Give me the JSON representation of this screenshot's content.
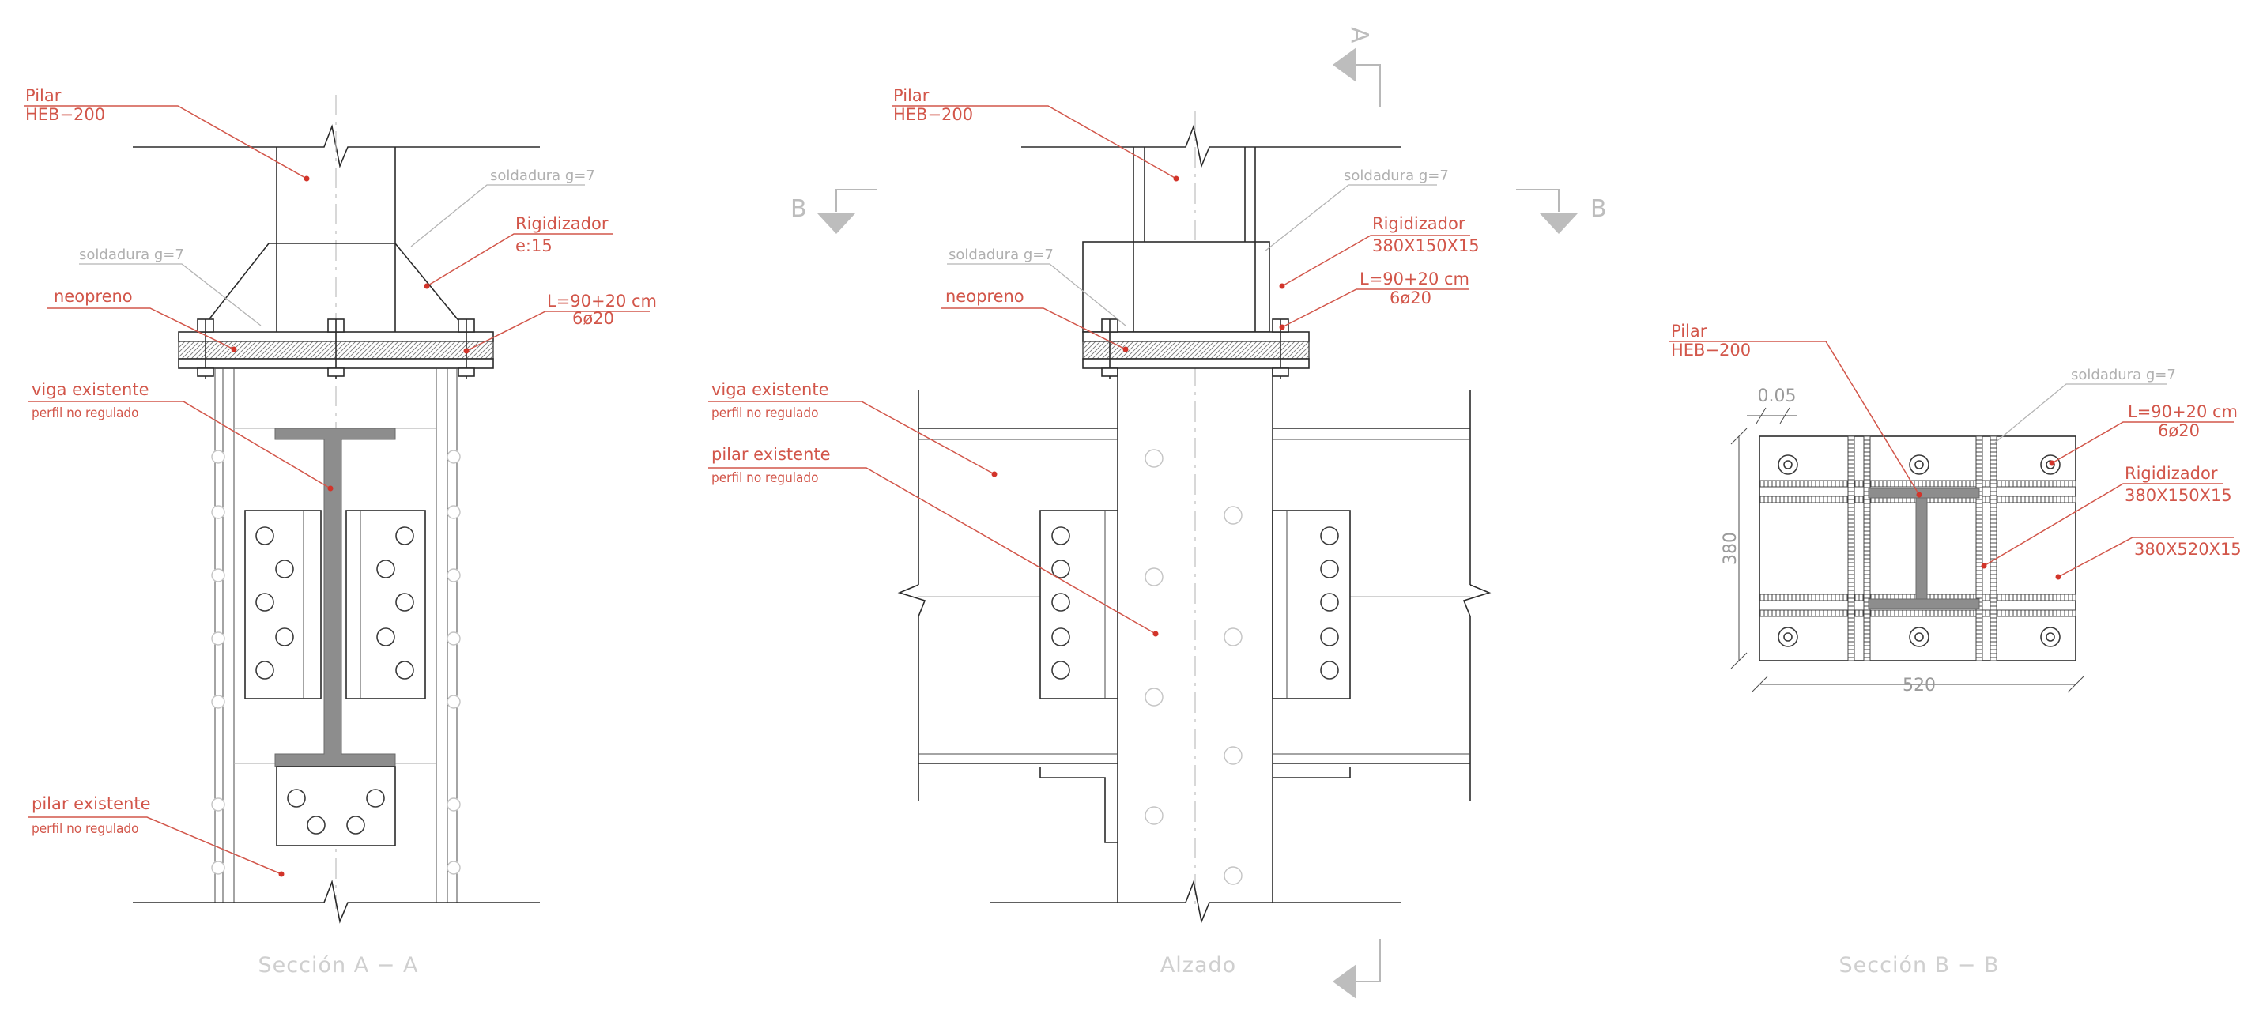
{
  "sections": {
    "a": {
      "caption": "Sección A − A",
      "labels": {
        "pilar": "Pilar",
        "pilar_profile": "HEB−200",
        "weld_top": "soldadura g=7",
        "weld_side": "soldadura g=7",
        "stiffener": "Rigidizador",
        "stiffener_thk": "e:15",
        "neoprene": "neopreno",
        "bolts": "L=90+20  cm",
        "bolts_dia": "6ø20",
        "beam": "viga existente",
        "beam_profile": "perfil no regulado",
        "column": "pilar existente",
        "column_profile": "perfil no regulado"
      }
    },
    "elev": {
      "caption": "Alzado",
      "labels": {
        "pilar": "Pilar",
        "pilar_profile": "HEB−200",
        "weld_top": "soldadura g=7",
        "weld_side": "soldadura g=7",
        "stiffener": "Rigidizador",
        "stiffener_size": "380X150X15",
        "neoprene": "neopreno",
        "bolts": "L=90+20  cm",
        "bolts_dia": "6ø20",
        "beam": "viga existente",
        "beam_profile": "perfil no regulado",
        "column": "pilar existente",
        "column_profile": "perfil no regulado"
      },
      "section_marks": {
        "a": "A",
        "b": "B"
      }
    },
    "b": {
      "caption": "Sección B − B",
      "labels": {
        "pilar": "Pilar",
        "pilar_profile": "HEB−200",
        "weld": "soldadura g=7",
        "bolts": "L=90+20  cm",
        "bolts_dia": "6ø20",
        "stiffener": "Rigidizador",
        "stiffener_size": "380X150X15",
        "plate_size": "380X520X15"
      },
      "dimensions": {
        "gap": "0.05",
        "height": "380",
        "width": "520"
      }
    }
  },
  "colors": {
    "annotation": "#d2564a",
    "line": "#2b2b2b",
    "light": "#bdbdbd",
    "steel": "#8d8d8d"
  }
}
